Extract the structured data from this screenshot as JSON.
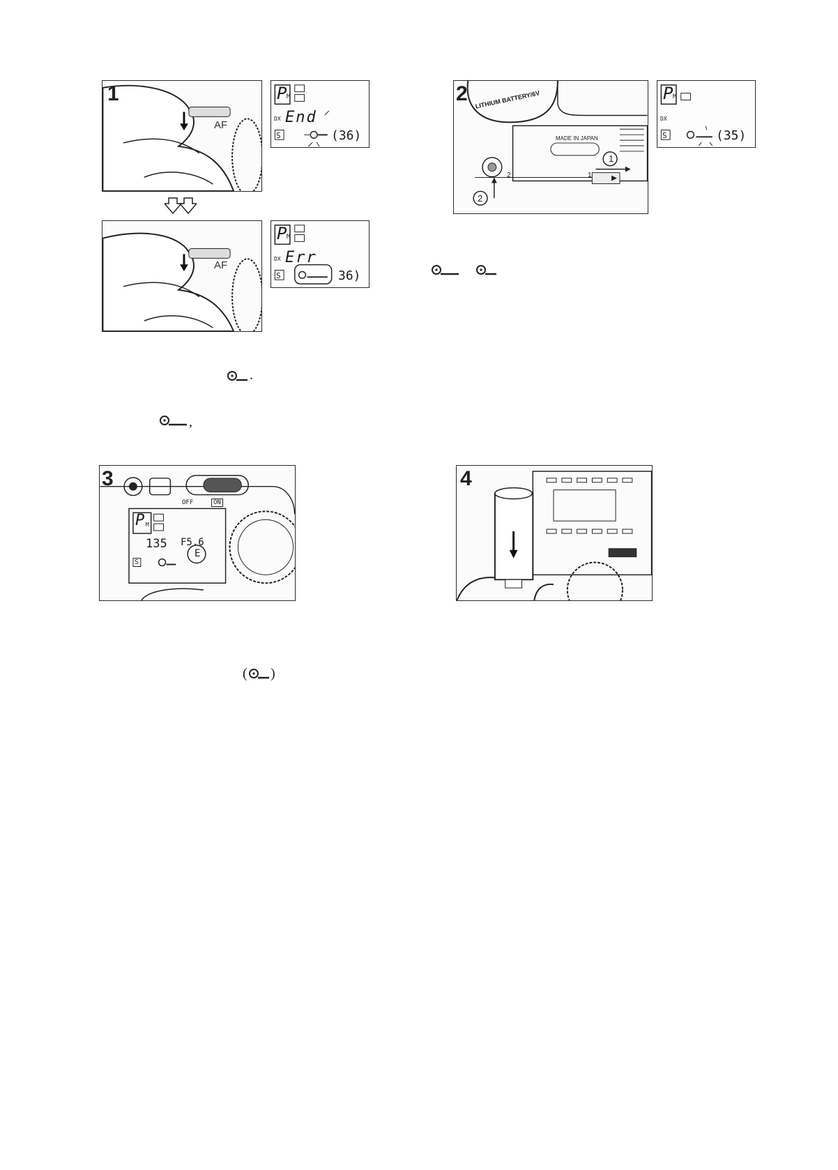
{
  "steps": {
    "s1": "1",
    "s2": "2",
    "s3": "3",
    "s4": "4"
  },
  "fig1": {
    "af_label": "AF",
    "lcd_top": {
      "mode": "P",
      "mode_sub": "M",
      "dx": "DX",
      "s": "S",
      "main": "End",
      "count": "(36)"
    },
    "lcd_bottom": {
      "mode": "P",
      "mode_sub": "M",
      "dx": "DX",
      "s": "S",
      "main": "Err",
      "count": "36)"
    }
  },
  "fig2": {
    "battery_label": "LITHIUM BATTERY/6V",
    "made_in": "MADE IN JAPAN",
    "callout_1": "1",
    "callout_2": "2",
    "scale_2": "2",
    "scale_1": "1",
    "lcd": {
      "mode": "P",
      "mode_sub": "M",
      "dx": "DX",
      "s": "S",
      "count": "(35)"
    }
  },
  "fig3": {
    "off_label": "OFF",
    "on_label": "ON",
    "mode": "P",
    "mode_sub": "M",
    "shutter": "135",
    "aperture": "F5.6",
    "e_mark": "E",
    "s": "S"
  },
  "text_fragments": {
    "after_symbol_a": ".",
    "after_symbol_b": ",",
    "paren_open": "(",
    "paren_close": ")"
  }
}
